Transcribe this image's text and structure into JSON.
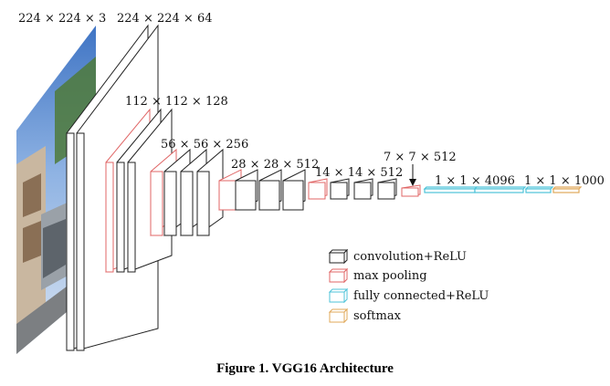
{
  "figure": {
    "labels": {
      "input": "224 × 224 × 3",
      "conv1": "224 × 224 × 64",
      "conv2": "112 × 112 × 128",
      "conv3": "56 × 56 × 256",
      "conv4": "28 × 28 × 512",
      "conv5": "14 × 14 × 512",
      "pool5": "7 × 7 × 512",
      "fc": "1 × 1 × 4096",
      "softmax": "1 × 1 × 1000"
    },
    "legend": {
      "conv": "convolution+ReLU",
      "pool": "max pooling",
      "fc": "fully connected+ReLU",
      "softmax": "softmax"
    },
    "caption": "Figure 1. VGG16 Architecture",
    "colors": {
      "conv": "#222222",
      "pool": "#e06666",
      "fc": "#4ec3d9",
      "softmax": "#e0a85a"
    }
  }
}
